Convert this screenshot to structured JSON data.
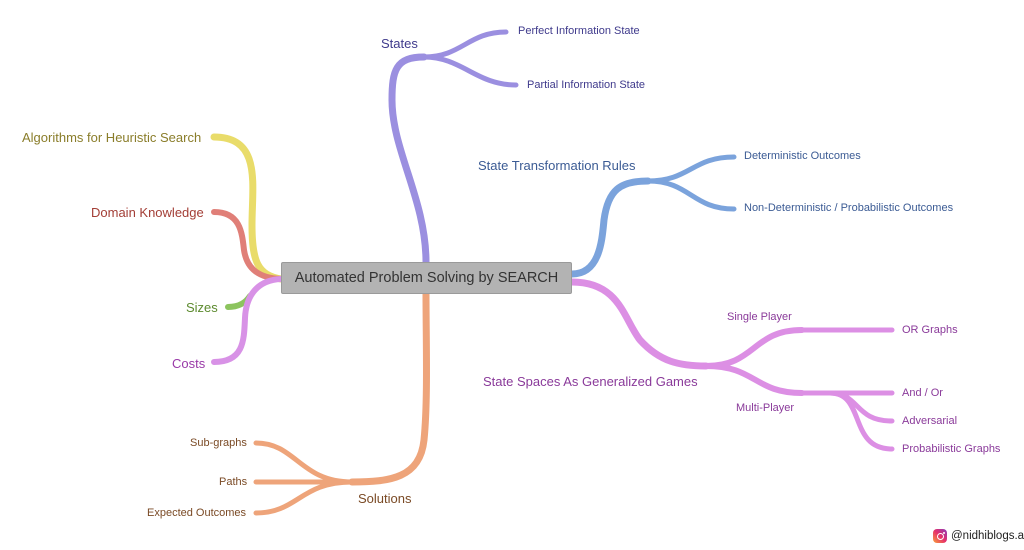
{
  "center": {
    "label": "Automated Problem Solving by SEARCH"
  },
  "colors": {
    "states": "#9b8fe0",
    "rules": "#7ba3dc",
    "games": "#dc8fe4",
    "solutions": "#eea47a",
    "heuristic": "#e9dc6a",
    "domain": "#e07f78",
    "sizes": "#8cc45e",
    "costs": "#d892e6",
    "states_text": "#3f3a8c",
    "rules_text": "#3b5b94",
    "games_text": "#8a3a9a",
    "solutions_text": "#7a4a25",
    "heuristic_text": "#8a7d2a",
    "domain_text": "#a33e36",
    "sizes_text": "#5c8a2e",
    "costs_text": "#9a3aa8"
  },
  "branches": {
    "states": {
      "label": "States",
      "children": [
        "Perfect Information State",
        "Partial Information State"
      ]
    },
    "rules": {
      "label": "State Transformation Rules",
      "children": [
        "Deterministic Outcomes",
        "Non-Deterministic / Probabilistic Outcomes"
      ]
    },
    "games": {
      "label": "State Spaces As Generalized Games",
      "single": {
        "label": "Single Player",
        "children": [
          "OR Graphs"
        ]
      },
      "multi": {
        "label": "Multi-Player",
        "children": [
          "And / Or",
          "Adversarial",
          "Probabilistic Graphs"
        ]
      }
    },
    "solutions": {
      "label": "Solutions",
      "children": [
        "Sub-graphs",
        "Paths",
        "Expected Outcomes"
      ]
    },
    "left": {
      "heuristic": "Algorithms for Heuristic Search",
      "domain": "Domain Knowledge",
      "sizes": "Sizes",
      "costs": "Costs"
    }
  },
  "watermark": {
    "handle": "@nidhiblogs.ai",
    "icon": "instagram-icon"
  }
}
